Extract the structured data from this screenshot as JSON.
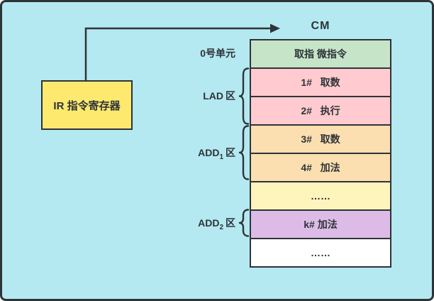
{
  "diagram": {
    "ir_box": {
      "label": "IR 指令寄存器"
    },
    "cm_title": "CM",
    "left_labels": {
      "unit0": "0号单元",
      "lad": {
        "main": "LAD",
        "sub": "",
        "suffix": "区"
      },
      "add1": {
        "main": "ADD",
        "sub": "1",
        "suffix": "区"
      },
      "add2": {
        "main": "ADD",
        "sub": "2",
        "suffix": "区"
      }
    },
    "memory_rows": [
      {
        "label": "取指 微指令",
        "bg": "#c6e4c8"
      },
      {
        "label": "1#   取数",
        "bg": "#ffcbd0"
      },
      {
        "label": "2#   执行",
        "bg": "#ffcbd0"
      },
      {
        "label": "3#   取数",
        "bg": "#fcdfb0"
      },
      {
        "label": "4#   加法",
        "bg": "#fcdfb0"
      },
      {
        "label": "……",
        "bg": "#fdf5bc"
      },
      {
        "label": "k# 加法",
        "bg": "#dcbce6"
      },
      {
        "label": "……",
        "bg": "#ffffff"
      }
    ],
    "colors": {
      "background": "#b4e9f1",
      "line": "#2e3338",
      "ir_box_fill": "#fce96e"
    }
  }
}
